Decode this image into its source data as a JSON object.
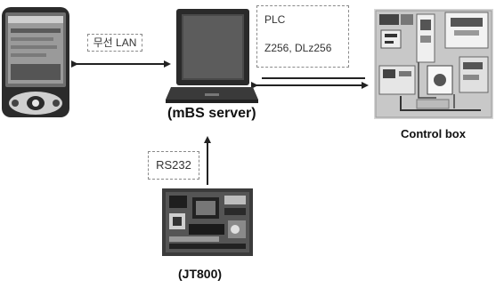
{
  "diagram": {
    "nodes": {
      "pda": {
        "icon": "pda-device-icon"
      },
      "server": {
        "label": "(mBS server)",
        "icon": "laptop-icon"
      },
      "control_box": {
        "label": "Control box",
        "icon": "control-box-photo-icon"
      },
      "board": {
        "label": "(JT800)",
        "icon": "circuit-board-icon"
      }
    },
    "links": {
      "wireless": {
        "label": "무선 LAN"
      },
      "plc": {
        "label_line1": "PLC",
        "label_line2": "Z256, DLz256"
      },
      "serial": {
        "label": "RS232"
      }
    }
  }
}
